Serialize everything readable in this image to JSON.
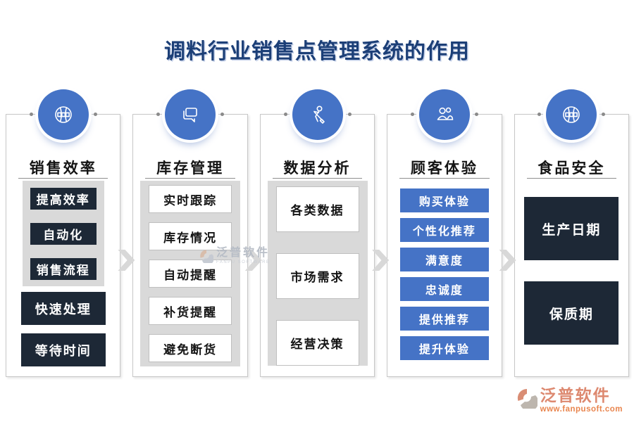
{
  "title": "调料行业销售点管理系统的作用",
  "columns": [
    {
      "icon": "globe-icon",
      "title": "销售效率",
      "panel_items": [
        "提高效率",
        "自动化",
        "销售流程"
      ],
      "extra_items": [
        "快速处理",
        "等待时间"
      ]
    },
    {
      "icon": "chat-icon",
      "title": "库存管理",
      "panel_items": [
        "实时跟踪",
        "库存情况",
        "自动提醒",
        "补货提醒",
        "避免断货"
      ],
      "extra_items": []
    },
    {
      "icon": "person-icon",
      "title": "数据分析",
      "panel_items": [
        "各类数据",
        "市场需求",
        "经营决策"
      ],
      "extra_items": []
    },
    {
      "icon": "users-icon",
      "title": "顾客体验",
      "panel_items": [],
      "extra_items": [
        "购买体验",
        "个性化推荐",
        "满意度",
        "忠诚度",
        "提供推荐",
        "提升体验"
      ]
    },
    {
      "icon": "globe-icon",
      "title": "食品安全",
      "panel_items": [],
      "extra_items": [
        "生产日期",
        "保质期"
      ]
    }
  ],
  "separator_icon": "chevron-right-icon",
  "watermark": {
    "brand": "泛普软件",
    "sub": "FANPU SOFTWARE"
  },
  "footer": {
    "brand": "泛普软件",
    "url": "www.fanpusoft.com"
  },
  "colors": {
    "accent_blue": "#4573c6",
    "dark_navy": "#1d2836",
    "panel_gray": "#d9d9d9",
    "title_blue": "#1c3f77",
    "box_white_border": "#bfbfbf",
    "arrow_gray": "#d8d8d8",
    "logo_salmon": "#dd8970",
    "logo_orange": "#e9854e"
  }
}
